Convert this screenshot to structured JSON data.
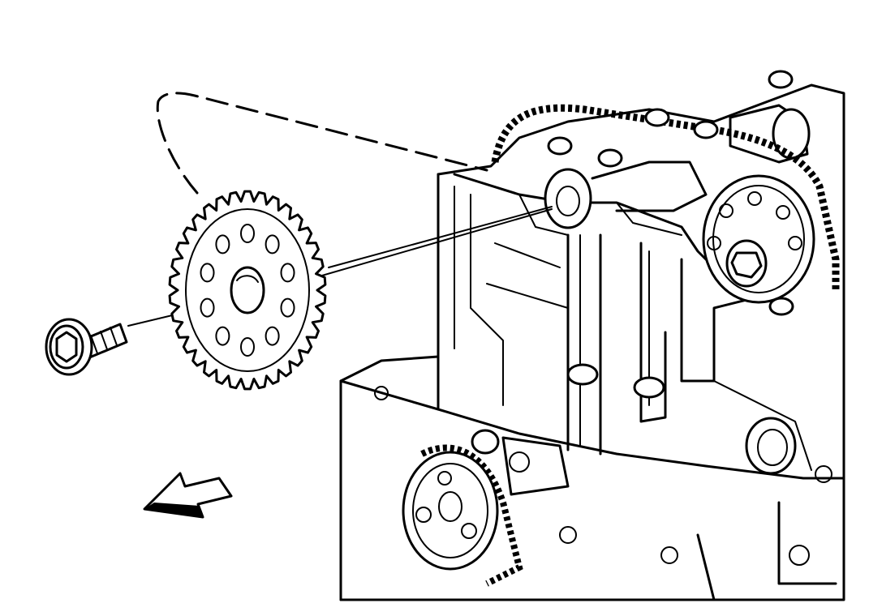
{
  "figure": {
    "kind": "exploded-view-line-illustration",
    "ink_color": "#000000",
    "background_color": "#ffffff",
    "sprocket": {
      "tooth_count": 34,
      "lightening_hole_count": 10
    },
    "direction_arrow": {
      "direction": "front",
      "icon": "hollow-arrow-icon"
    }
  }
}
